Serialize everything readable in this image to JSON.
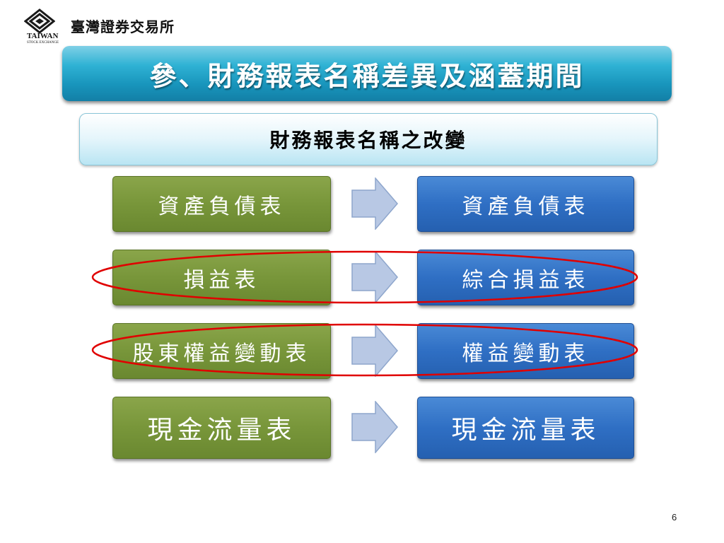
{
  "logo": {
    "icon": "taiwan-stock-exchange-logo-icon",
    "name_cn": "臺灣證券交易所",
    "name_en": "TAIWAN",
    "name_en_sub": "STOCK EXCHANGE"
  },
  "title": "參、財務報表名稱差異及涵蓋期間",
  "subtitle": "財務報表名稱之改變",
  "rows": [
    {
      "old": "資產負債表",
      "new": "資產負債表"
    },
    {
      "old": "損益表",
      "new": "綜合損益表"
    },
    {
      "old": "股東權益變動表",
      "new": "權益變動表"
    },
    {
      "old": "現金流量表",
      "new": "現金流量表"
    }
  ],
  "colors": {
    "title_bar": "#1895bc",
    "old_box": "#78963a",
    "new_box": "#2f6fc4",
    "arrow": "#b8c8e4",
    "highlight": "#e00000"
  },
  "page_number": "6"
}
